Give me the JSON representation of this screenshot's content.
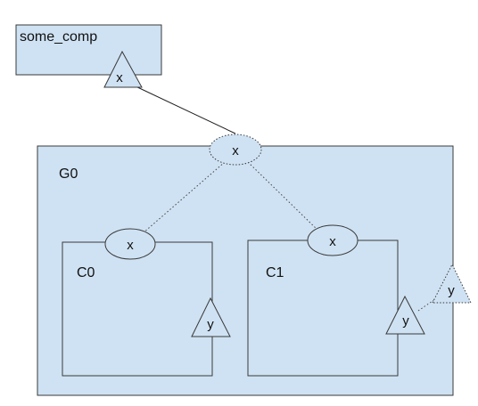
{
  "diagram": {
    "some_comp": {
      "label": "some_comp",
      "port": "x"
    },
    "group": {
      "label": "G0",
      "port_top": "x",
      "port_right": "y"
    },
    "c0": {
      "label": "C0",
      "port_top": "x",
      "port_inner": "y"
    },
    "c1": {
      "label": "C1",
      "port_top": "x",
      "port_inner": "y"
    }
  }
}
